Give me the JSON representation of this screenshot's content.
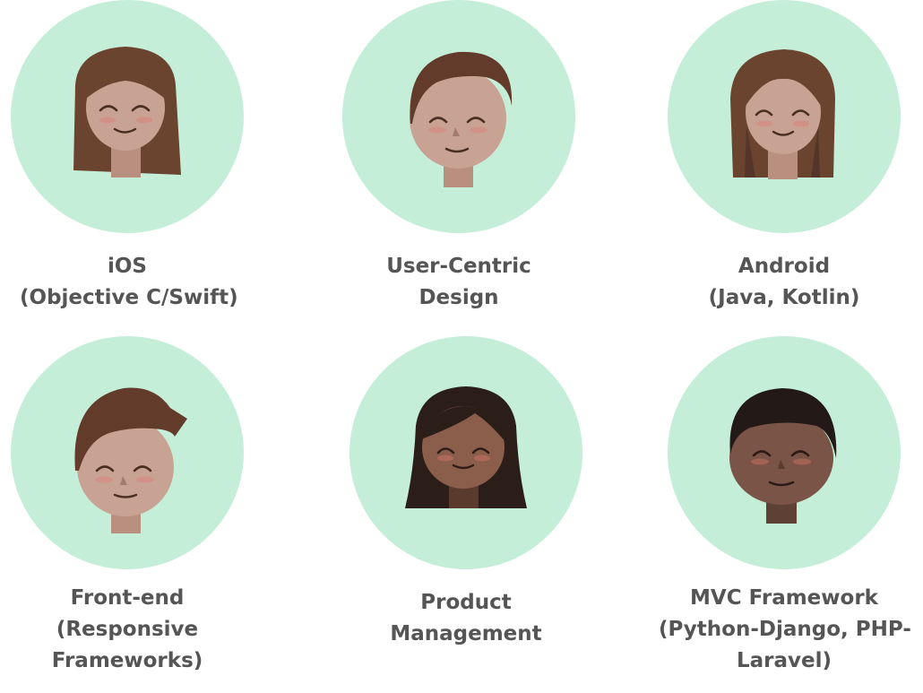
{
  "colors": {
    "circle": "#c5eed9",
    "text": "#555555"
  },
  "team": [
    {
      "avatar": "woman-long-brown-hair-avatar",
      "title": "iOS",
      "subtitle": "(Objective C/Swift)",
      "extra": ""
    },
    {
      "avatar": "man-brown-hair-avatar",
      "title": "User-Centric",
      "subtitle": "Design",
      "extra": ""
    },
    {
      "avatar": "woman-long-brown-hair-avatar",
      "title": "Android",
      "subtitle": "(Java, Kotlin)",
      "extra": ""
    },
    {
      "avatar": "man-brown-swept-hair-avatar",
      "title": "Front-end",
      "subtitle": "(Responsive",
      "extra": "Frameworks)"
    },
    {
      "avatar": "woman-dark-long-hair-avatar",
      "title": "Product",
      "subtitle": "Management",
      "extra": ""
    },
    {
      "avatar": "man-dark-short-hair-avatar",
      "title": "MVC Framework",
      "subtitle": "(Python-Django, PHP-",
      "extra": "Laravel)"
    }
  ]
}
